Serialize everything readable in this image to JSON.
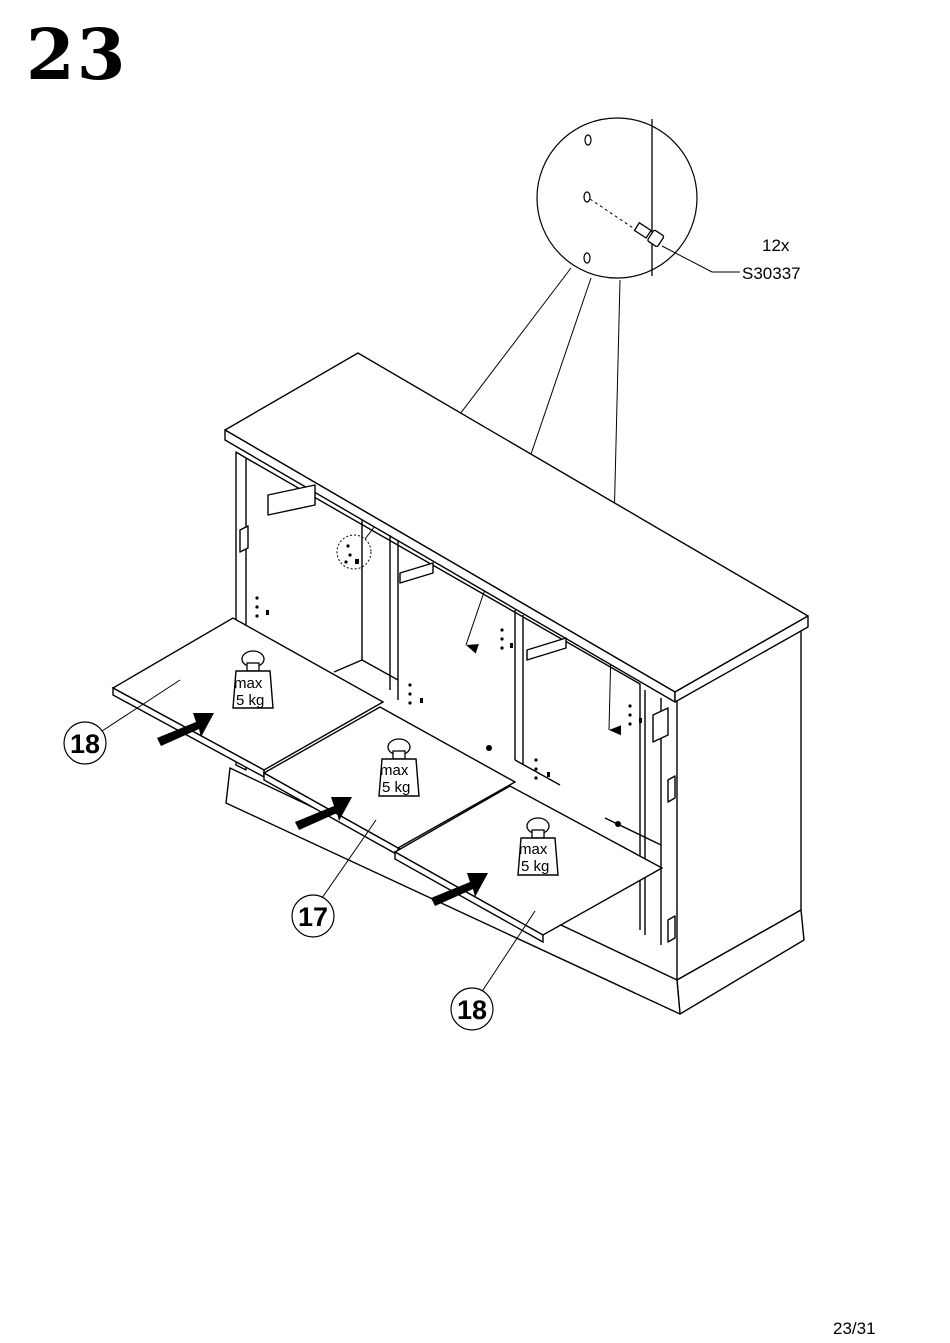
{
  "step_number": "23",
  "page_number": "23/31",
  "hardware": {
    "quantity": "12x",
    "part_code": "S30337"
  },
  "parts": [
    {
      "id": "left-shelf",
      "number": "18"
    },
    {
      "id": "middle-shelf",
      "number": "17"
    },
    {
      "id": "right-shelf",
      "number": "18"
    }
  ],
  "weight_label": {
    "line1": "max",
    "line2": "5 kg"
  }
}
